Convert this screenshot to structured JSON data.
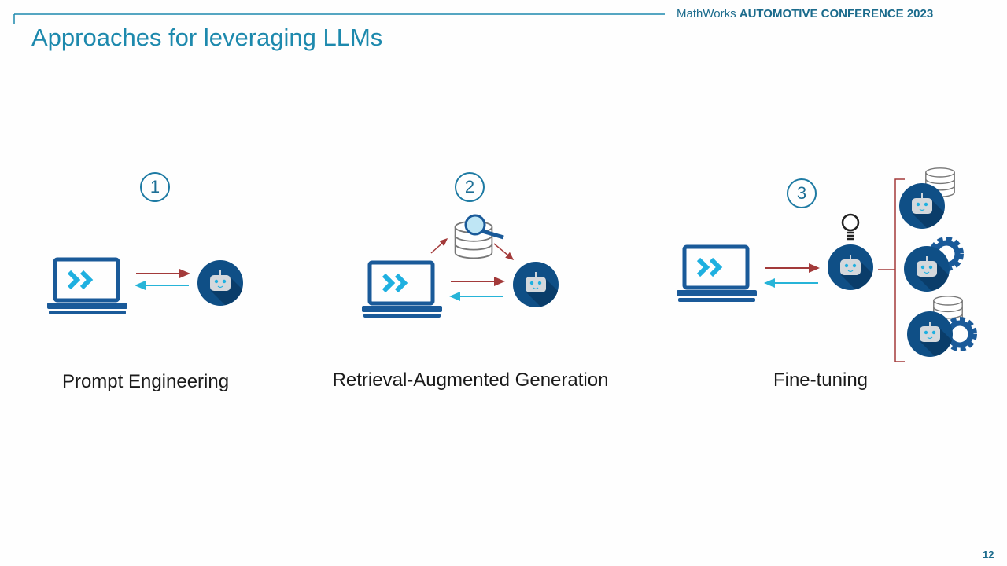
{
  "header": {
    "brand": "MathWorks",
    "conference": "AUTOMOTIVE CONFERENCE 2023"
  },
  "title": "Approaches for leveraging LLMs",
  "approaches": [
    {
      "number": "1",
      "label": "Prompt Engineering"
    },
    {
      "number": "2",
      "label": "Retrieval-Augmented Generation"
    },
    {
      "number": "3",
      "label": "Fine-tuning"
    }
  ],
  "page_number": "12",
  "colors": {
    "accent": "#1d89ad",
    "robot": "#0f4f86",
    "request_arrow": "#a33a3a",
    "response_arrow": "#27b4d8"
  }
}
